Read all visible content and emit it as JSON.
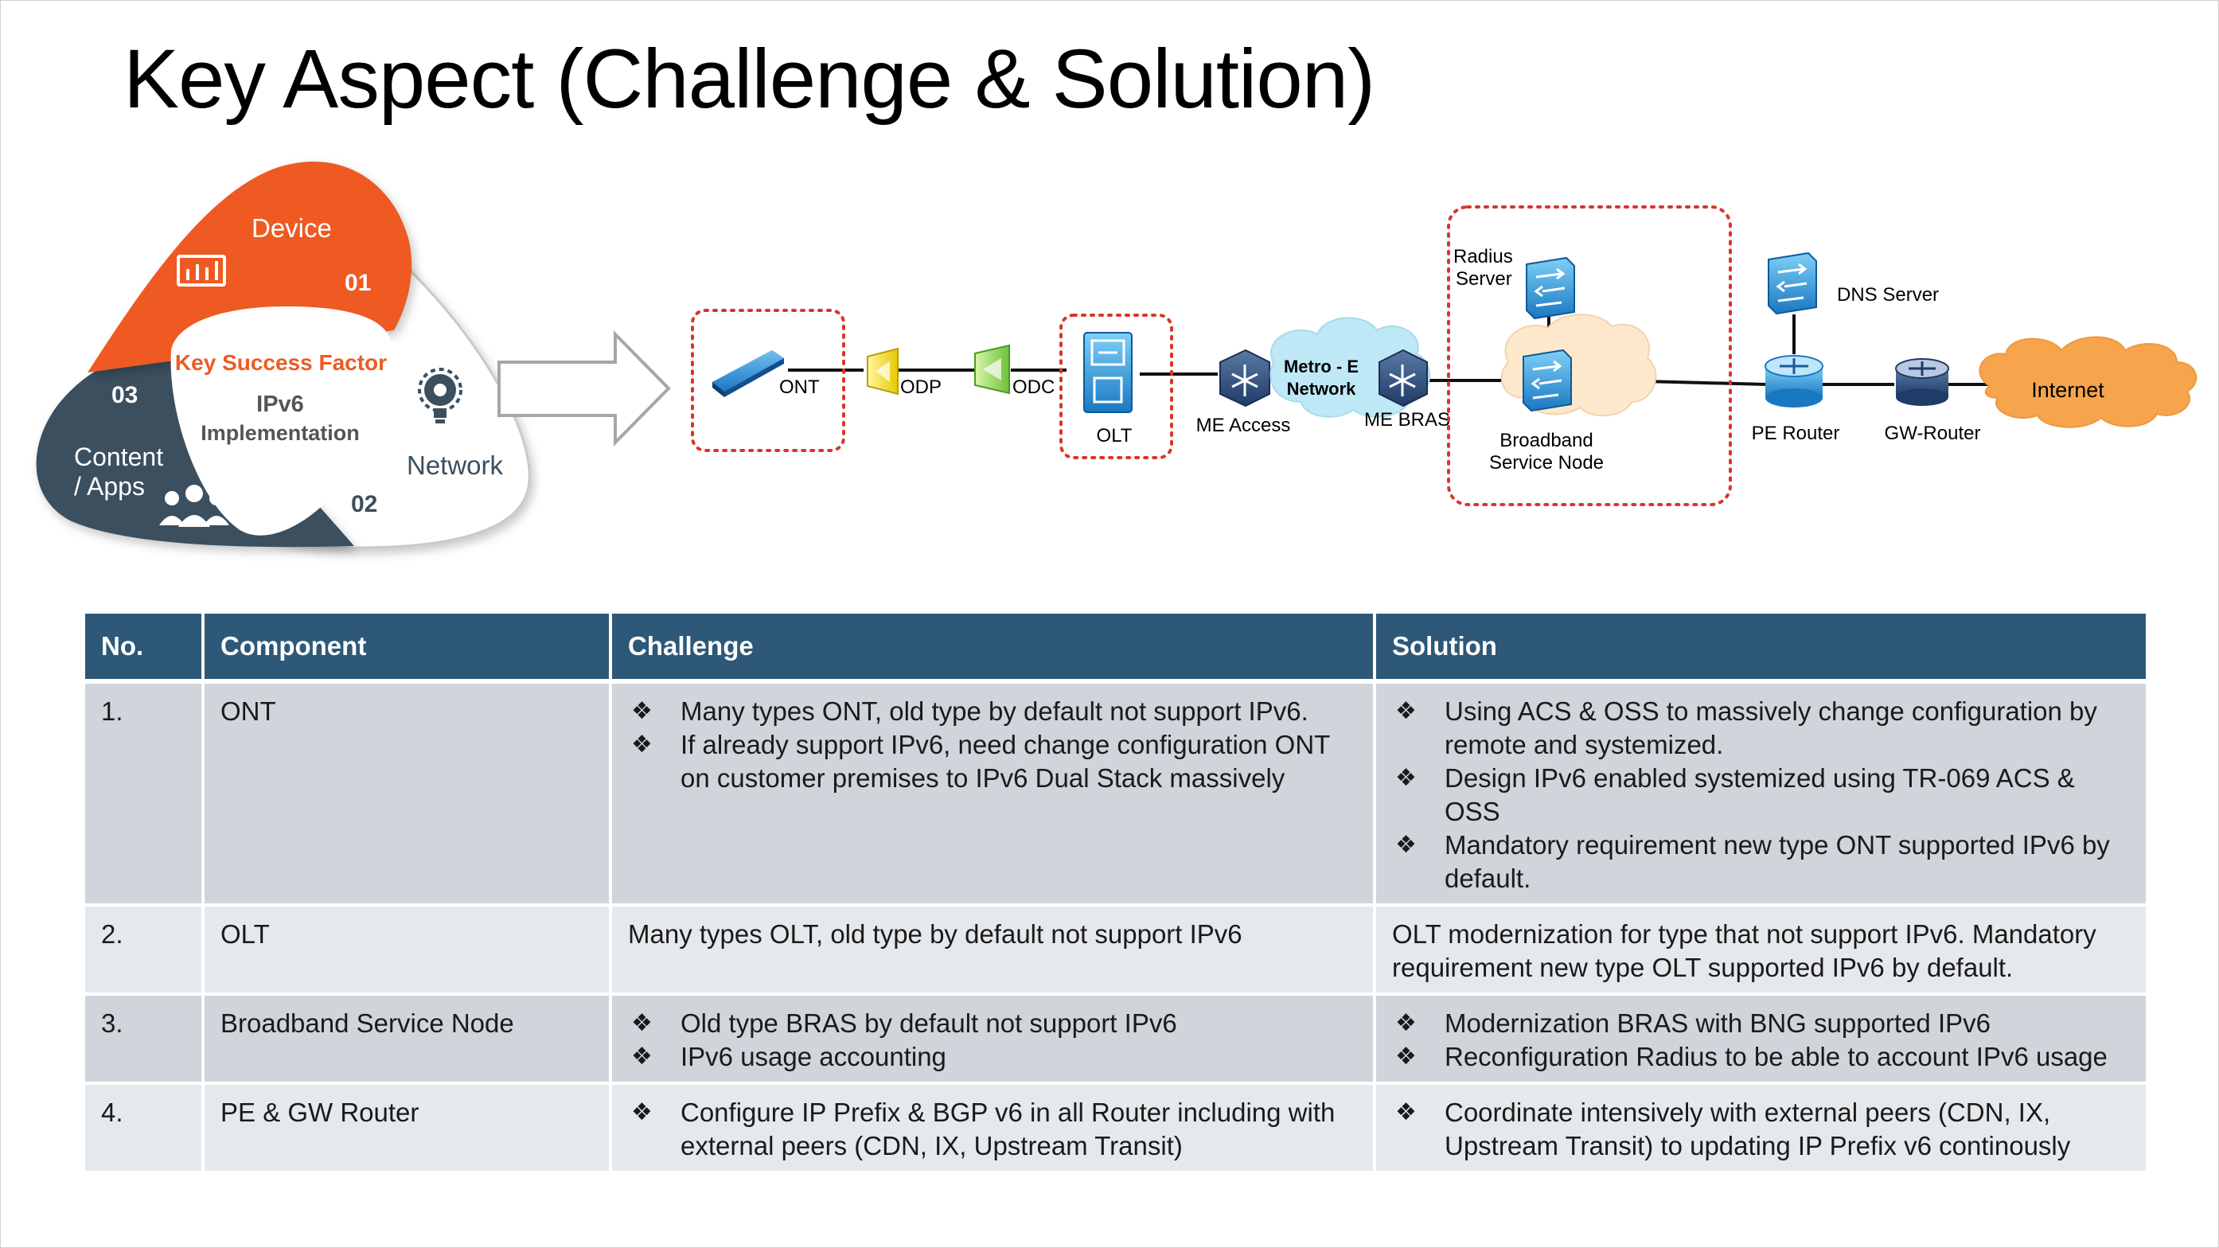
{
  "title": "Key Aspect  (Challenge & Solution)",
  "cycle": {
    "device": {
      "label": "Device",
      "num": "01"
    },
    "network": {
      "label": "Network",
      "num": "02"
    },
    "content": {
      "label_line1": "Content",
      "label_line2": "/ Apps",
      "num": "03"
    },
    "center": {
      "heading": "Key Success Factor",
      "line1": "IPv6",
      "line2": "Implementation"
    }
  },
  "network_diagram": {
    "ont": "ONT",
    "odp": "ODP",
    "odc": "ODC",
    "olt": "OLT",
    "metro_line1": "Metro - E",
    "metro_line2": "Network",
    "me_access": "ME Access",
    "me_bras": "ME BRAS",
    "radius_line1": "Radius",
    "radius_line2": "Server",
    "bsn_line1": "Broadband",
    "bsn_line2": "Service Node",
    "dns": "DNS Server",
    "pe_router": "PE Router",
    "gw_router": "GW-Router",
    "internet": "Internet"
  },
  "colors": {
    "orange": "#ee5a24",
    "slate": "#3b4f5e",
    "header": "#2d5877",
    "row_dark": "#cfd5da",
    "row_light": "#e6e9ec",
    "highlight": "#d9352b",
    "internet": "#f6a54d"
  },
  "table": {
    "headers": {
      "no": "No.",
      "component": "Component",
      "challenge": "Challenge",
      "solution": "Solution"
    },
    "rows": [
      {
        "no": "1.",
        "component": "ONT",
        "challenge": [
          "Many types ONT, old type by default not support IPv6.",
          "If already support IPv6, need change configuration ONT on customer premises to IPv6 Dual Stack massively"
        ],
        "solution": [
          "Using ACS & OSS to massively change configuration by remote and systemized.",
          "Design IPv6 enabled systemized using TR-069 ACS & OSS",
          "Mandatory requirement new type ONT supported IPv6 by default."
        ]
      },
      {
        "no": "2.",
        "component": "OLT",
        "challenge": "Many types OLT, old type by default not support IPv6",
        "solution": "OLT modernization for type that not support IPv6. Mandatory requirement new type OLT supported IPv6 by default."
      },
      {
        "no": "3.",
        "component": "Broadband Service Node",
        "challenge": [
          "Old type BRAS by default not support IPv6",
          "IPv6 usage accounting"
        ],
        "solution": [
          "Modernization BRAS with BNG supported IPv6",
          "Reconfiguration Radius to be able to account IPv6 usage"
        ]
      },
      {
        "no": "4.",
        "component": "PE & GW Router",
        "challenge": [
          "Configure IP Prefix & BGP v6 in all Router including with external peers (CDN, IX, Upstream Transit)"
        ],
        "solution": [
          "Coordinate intensively with external peers (CDN, IX, Upstream Transit) to updating IP Prefix v6 continously"
        ]
      }
    ]
  }
}
